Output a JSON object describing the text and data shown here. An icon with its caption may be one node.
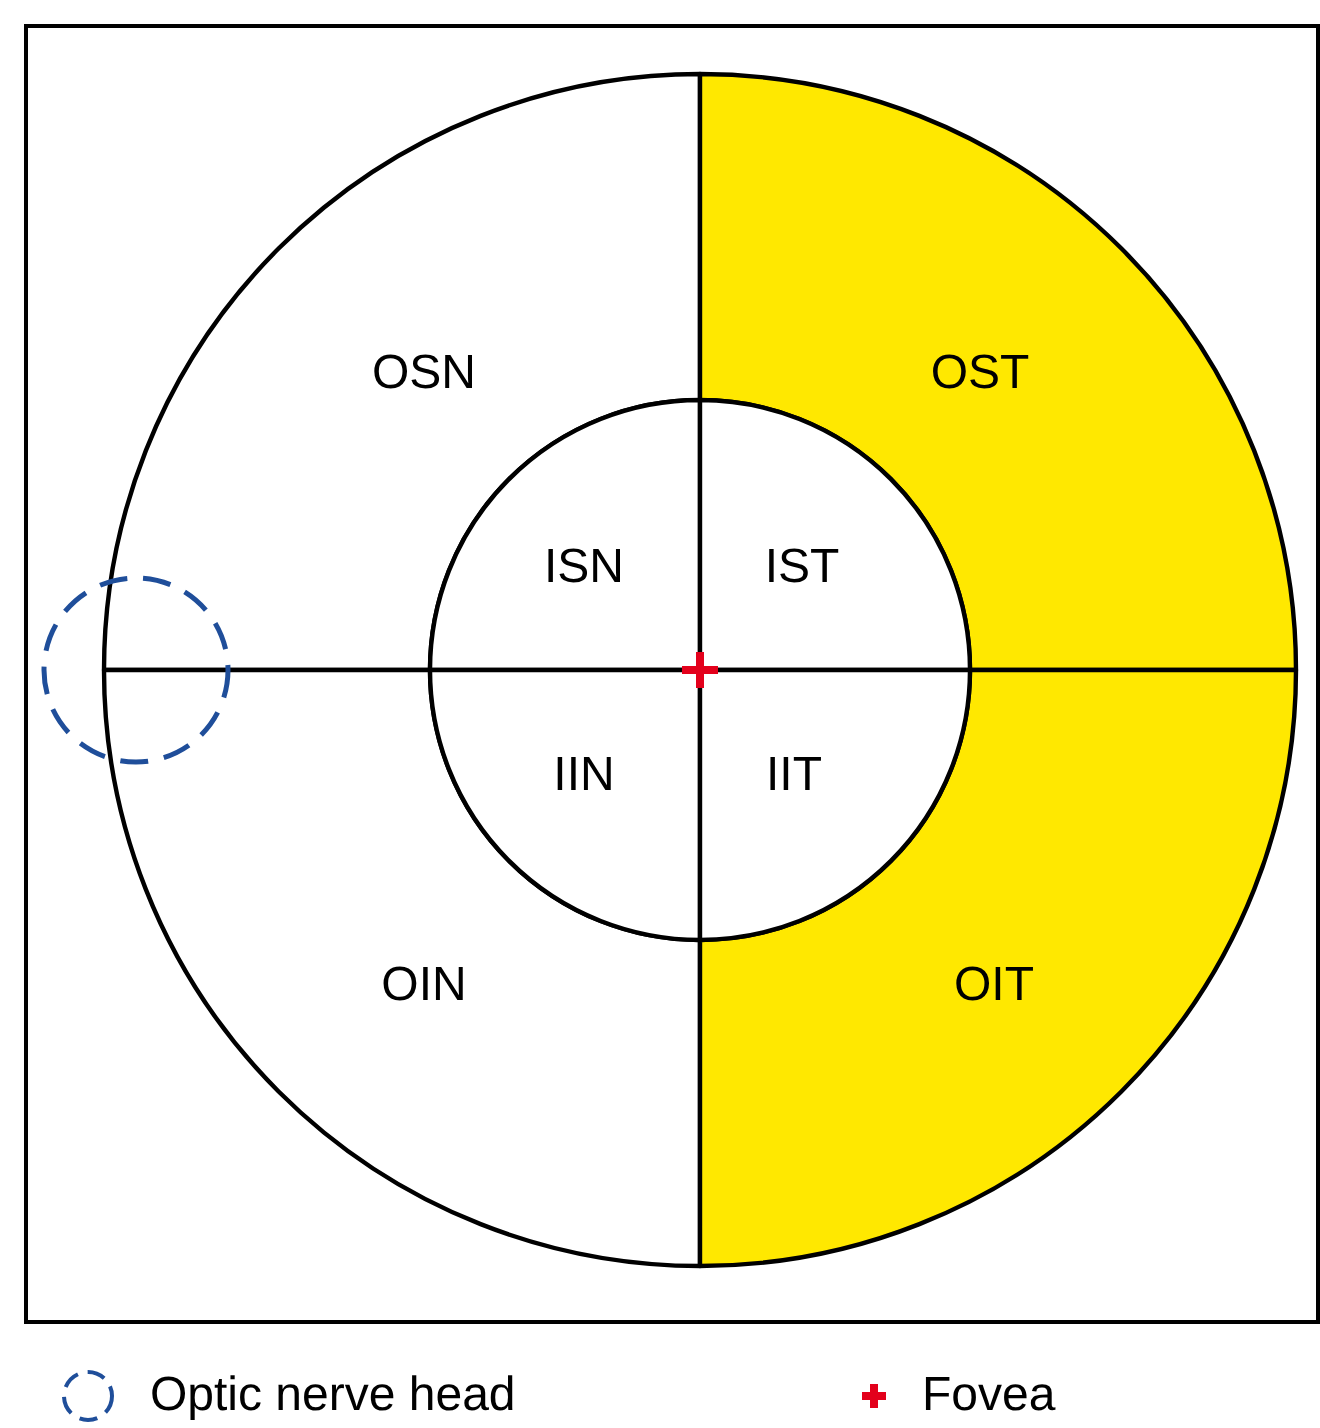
{
  "diagram": {
    "nodes": [
      {
        "text": [
          "OSN"
        ]
      },
      {
        "text": [
          "OST"
        ]
      },
      {
        "text": [
          "ISN"
        ]
      },
      {
        "text": [
          "IST"
        ]
      },
      {
        "text": [
          "IIN"
        ]
      },
      {
        "text": [
          "IIT"
        ]
      },
      {
        "text": [
          "OIN"
        ]
      },
      {
        "text": [
          "OIT"
        ]
      }
    ],
    "legend": [
      {
        "text": "Optic nerve head"
      },
      {
        "text": "Fovea"
      }
    ]
  }
}
